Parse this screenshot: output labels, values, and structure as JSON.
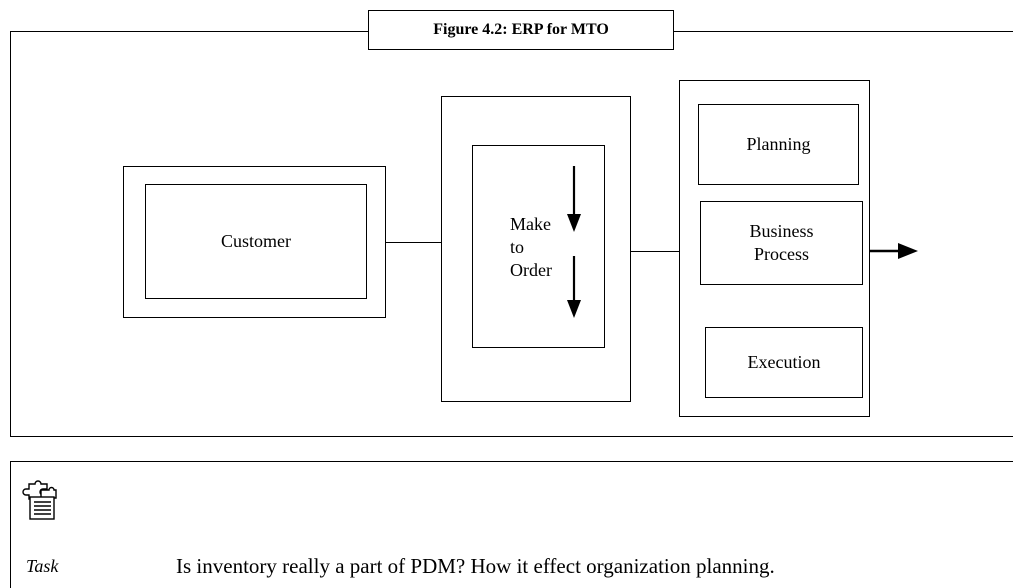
{
  "figure": {
    "title": "Figure 4.2: ERP for MTO",
    "nodes": {
      "customer": "Customer",
      "make_to_order": [
        "Make",
        "to",
        "Order"
      ],
      "planning": "Planning",
      "business_process": [
        "Business",
        "Process"
      ],
      "execution": "Execution"
    }
  },
  "task": {
    "icon": "task-puzzle-icon",
    "caption": "Task",
    "text": "Is inventory really a part of PDM? How it effect organization planning."
  }
}
